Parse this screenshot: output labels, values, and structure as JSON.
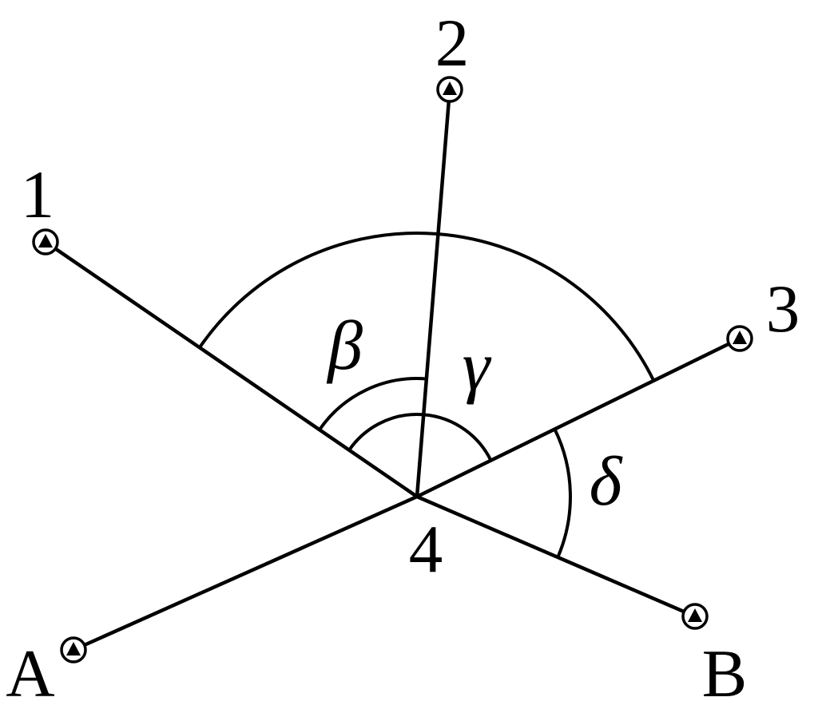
{
  "diagram": {
    "title": "angle-observations-at-station",
    "background_color": "#ffffff",
    "stroke_color": "#000000",
    "station": {
      "label": "4"
    },
    "targets": [
      {
        "id": "1",
        "label": "1",
        "marker": "triangle-in-circle-survey-marker"
      },
      {
        "id": "2",
        "label": "2",
        "marker": "triangle-in-circle-survey-marker"
      },
      {
        "id": "3",
        "label": "3",
        "marker": "triangle-in-circle-survey-marker"
      },
      {
        "id": "A",
        "label": "A",
        "marker": "triangle-in-circle-survey-marker"
      },
      {
        "id": "B",
        "label": "B",
        "marker": "triangle-in-circle-survey-marker"
      }
    ],
    "angle_labels": {
      "beta": "β",
      "gamma": "γ",
      "delta": "δ"
    }
  }
}
